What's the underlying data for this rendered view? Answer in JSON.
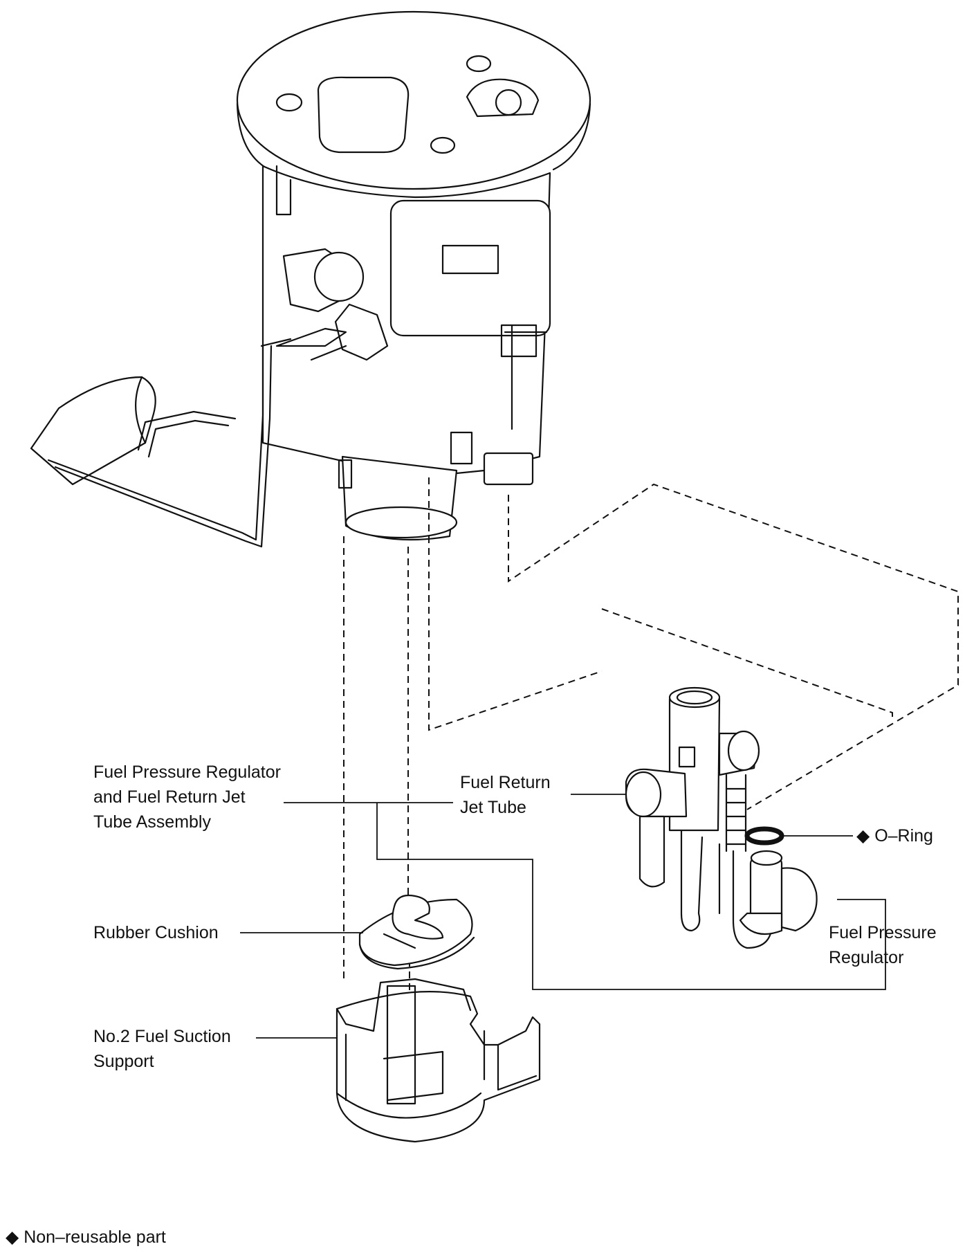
{
  "labels": {
    "assembly": [
      "Fuel Pressure Regulator",
      "and Fuel Return Jet",
      "Tube Assembly"
    ],
    "jet_tube": [
      "Fuel Return",
      "Jet Tube"
    ],
    "o_ring": "O–Ring",
    "regulator": [
      "Fuel Pressure",
      "Regulator"
    ],
    "cushion": "Rubber Cushion",
    "suction_support": [
      "No.2 Fuel Suction",
      "Support"
    ]
  },
  "legend": {
    "symbol": "◆",
    "text": "Non–reusable part"
  }
}
